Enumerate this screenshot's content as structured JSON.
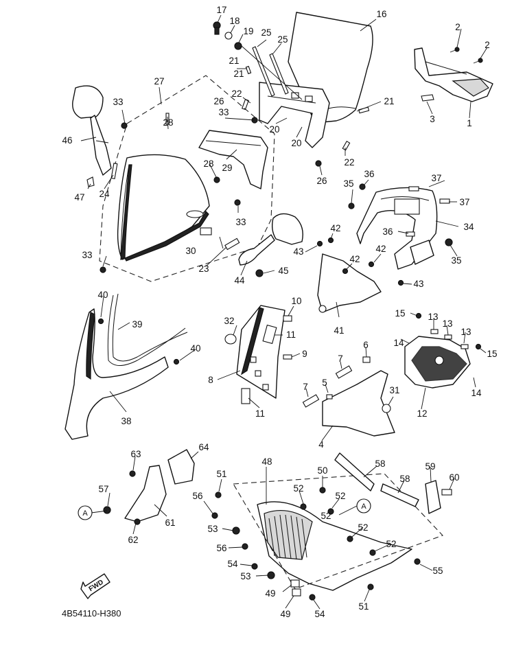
{
  "diagram": {
    "code": "4B54110-H380",
    "fwd_label": "FWD",
    "ref_marker": "A",
    "callouts": [
      "1",
      "2",
      "2",
      "3",
      "4",
      "5",
      "6",
      "7",
      "7",
      "8",
      "9",
      "10",
      "11",
      "11",
      "12",
      "13",
      "13",
      "13",
      "14",
      "14",
      "15",
      "15",
      "16",
      "17",
      "18",
      "19",
      "20",
      "20",
      "21",
      "21",
      "21",
      "22",
      "22",
      "23",
      "24",
      "25",
      "25",
      "26",
      "26",
      "27",
      "28",
      "28",
      "29",
      "30",
      "31",
      "32",
      "33",
      "33",
      "33",
      "33",
      "34",
      "35",
      "35",
      "36",
      "36",
      "37",
      "37",
      "38",
      "39",
      "40",
      "40",
      "41",
      "42",
      "42",
      "42",
      "43",
      "43",
      "44",
      "45",
      "46",
      "47",
      "48",
      "49",
      "49",
      "50",
      "51",
      "51",
      "52",
      "52",
      "52",
      "52",
      "52",
      "53",
      "53",
      "54",
      "54",
      "55",
      "56",
      "56",
      "57",
      "58",
      "58",
      "59",
      "60",
      "61",
      "62",
      "63",
      "64"
    ]
  }
}
